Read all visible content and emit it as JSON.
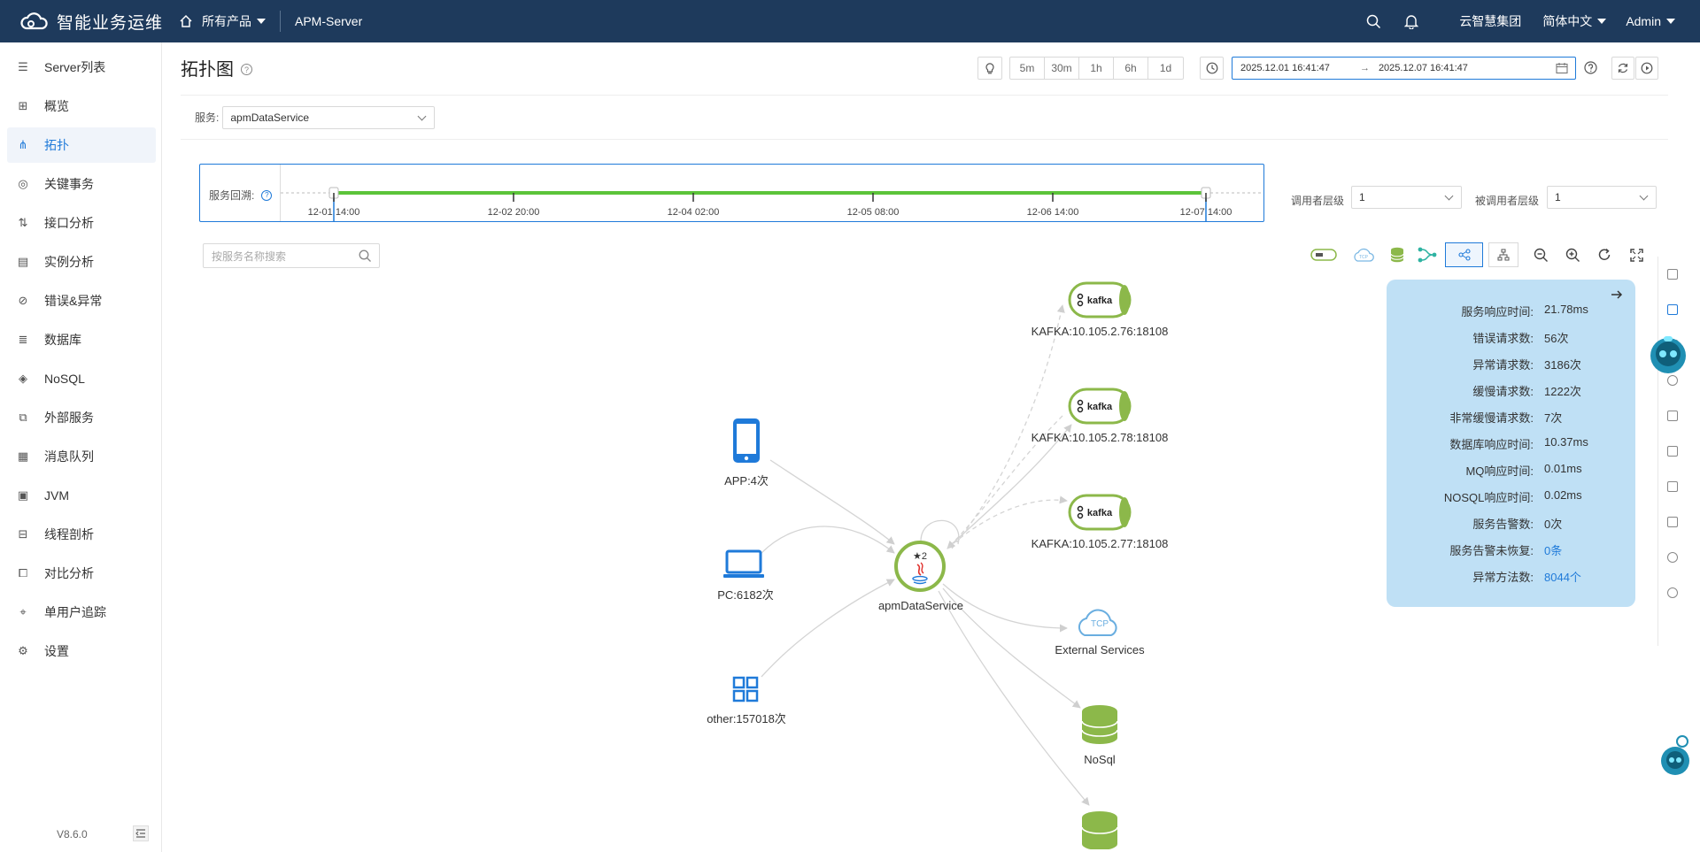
{
  "topbar": {
    "logo_text": "智能业务运维",
    "products_label": "所有产品",
    "server_label": "APM-Server",
    "company": "云智慧集团",
    "language": "简体中文",
    "user": "Admin"
  },
  "sidebar": {
    "items": [
      {
        "label": "Server列表",
        "icon": "list-icon"
      },
      {
        "label": "概览",
        "icon": "grid-icon"
      },
      {
        "label": "拓扑",
        "icon": "topology-icon",
        "active": true
      },
      {
        "label": "关键事务",
        "icon": "target-icon"
      },
      {
        "label": "接口分析",
        "icon": "interface-icon"
      },
      {
        "label": "实例分析",
        "icon": "instance-icon"
      },
      {
        "label": "错误&异常",
        "icon": "error-icon"
      },
      {
        "label": "数据库",
        "icon": "database-icon"
      },
      {
        "label": "NoSQL",
        "icon": "layers-icon"
      },
      {
        "label": "外部服务",
        "icon": "external-icon"
      },
      {
        "label": "消息队列",
        "icon": "queue-icon"
      },
      {
        "label": "JVM",
        "icon": "jvm-icon"
      },
      {
        "label": "线程剖析",
        "icon": "thread-icon"
      },
      {
        "label": "对比分析",
        "icon": "compare-icon"
      },
      {
        "label": "单用户追踪",
        "icon": "trace-icon"
      },
      {
        "label": "设置",
        "icon": "gear-icon"
      }
    ],
    "version": "V8.6.0"
  },
  "page": {
    "title": "拓扑图",
    "ranges": [
      "5m",
      "30m",
      "1h",
      "6h",
      "1d"
    ],
    "date_start": "2025.12.01 16:41:47",
    "date_sep": "→",
    "date_end": "2025.12.07 16:41:47"
  },
  "service_filter": {
    "label": "服务:",
    "value": "apmDataService"
  },
  "timeline": {
    "label": "服务回溯:",
    "ticks": [
      "12-01 14:00",
      "12-02 20:00",
      "12-04 02:00",
      "12-05 08:00",
      "12-06 14:00",
      "12-07 14:00"
    ]
  },
  "caller_level": {
    "label": "调用者层级",
    "value": "1"
  },
  "callee_level": {
    "label": "被调用者层级",
    "value": "1"
  },
  "search": {
    "placeholder": "按服务名称搜索"
  },
  "toolbar_icons": [
    "toggle-icon",
    "cloud-tcp-icon",
    "database-icon",
    "path-icon",
    "graph-icon",
    "tree-icon",
    "zoom-out-icon",
    "zoom-in-icon",
    "refresh-icon",
    "fullscreen-icon"
  ],
  "topology": {
    "center": {
      "label": "apmDataService",
      "badge": "★2"
    },
    "sources": [
      {
        "label": "APP:4次",
        "icon": "mobile-icon"
      },
      {
        "label": "PC:6182次",
        "icon": "laptop-icon"
      },
      {
        "label": "other:157018次",
        "icon": "apps-icon"
      }
    ],
    "targets": [
      {
        "label": "KAFKA:10.105.2.76:18108",
        "icon": "kafka-icon"
      },
      {
        "label": "KAFKA:10.105.2.78:18108",
        "icon": "kafka-icon"
      },
      {
        "label": "KAFKA:10.105.2.77:18108",
        "icon": "kafka-icon"
      },
      {
        "label": "External Services",
        "icon": "cloud-tcp-icon"
      },
      {
        "label": "NoSql",
        "icon": "database-icon"
      }
    ],
    "kafka_text": "kafka",
    "tcp_text": "TCP"
  },
  "stats": [
    {
      "k": "服务响应时间:",
      "v": "21.78ms"
    },
    {
      "k": "错误请求数:",
      "v": "56次"
    },
    {
      "k": "异常请求数:",
      "v": "3186次"
    },
    {
      "k": "缓慢请求数:",
      "v": "1222次"
    },
    {
      "k": "非常缓慢请求数:",
      "v": "7次"
    },
    {
      "k": "数据库响应时间:",
      "v": "10.37ms"
    },
    {
      "k": "MQ响应时间:",
      "v": "0.01ms"
    },
    {
      "k": "NOSQL响应时间:",
      "v": "0.02ms"
    },
    {
      "k": "服务告警数:",
      "v": "0次"
    },
    {
      "k": "服务告警未恢复:",
      "v": "0条",
      "link": true
    },
    {
      "k": "异常方法数:",
      "v": "8044个",
      "link": true
    }
  ],
  "colors": {
    "topbar": "#1e3a5c",
    "accent": "#1f7ad9",
    "green": "#8cb84a",
    "panel": "#bfe0f5"
  }
}
